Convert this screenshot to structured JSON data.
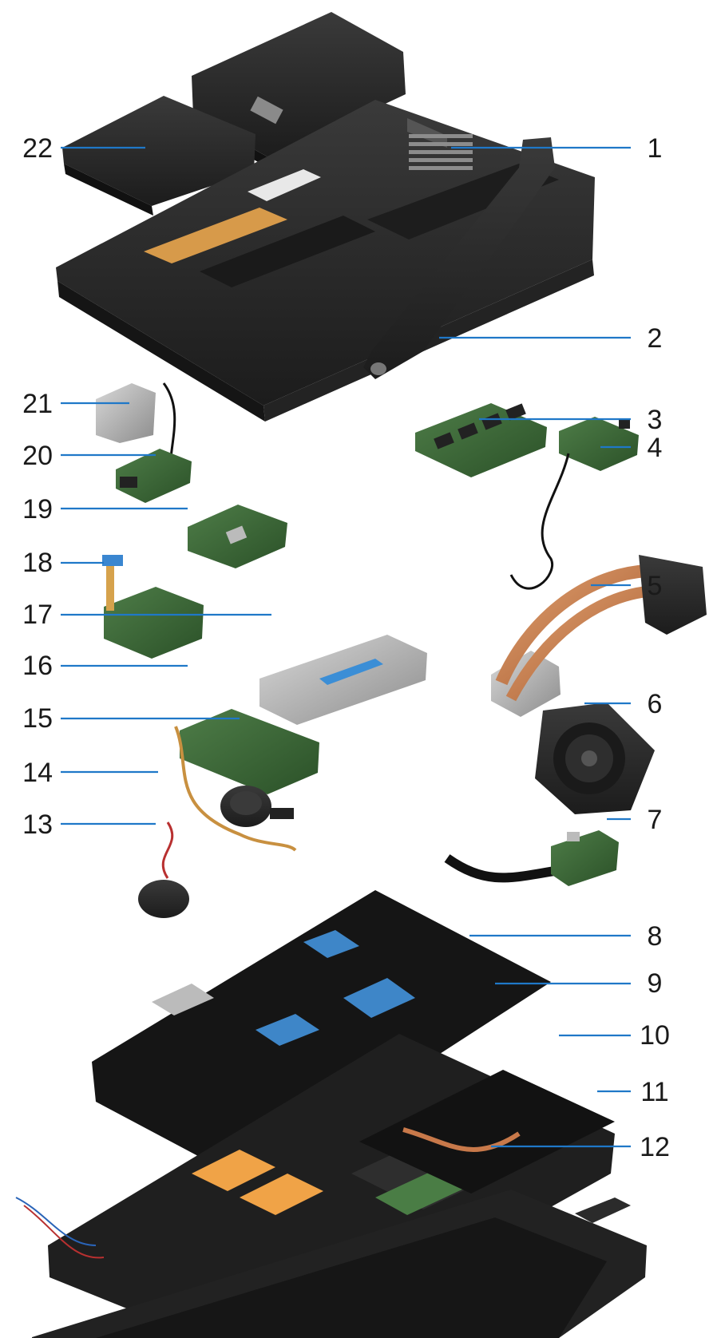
{
  "callouts": {
    "left": [
      "22",
      "21",
      "20",
      "19",
      "18",
      "17",
      "16",
      "15",
      "14",
      "13"
    ],
    "right": [
      "1",
      "2",
      "3",
      "4",
      "5",
      "6",
      "7",
      "8",
      "9",
      "10",
      "11",
      "12"
    ]
  },
  "colors": {
    "leader_line": "#1f78c8",
    "label_text": "#1a1a1a",
    "chassis": "#2b2b2b",
    "board_green": "#3d6b3a",
    "copper": "#c8794a",
    "thermal_pad": "#f0a347",
    "metal": "#9a9a9a"
  }
}
